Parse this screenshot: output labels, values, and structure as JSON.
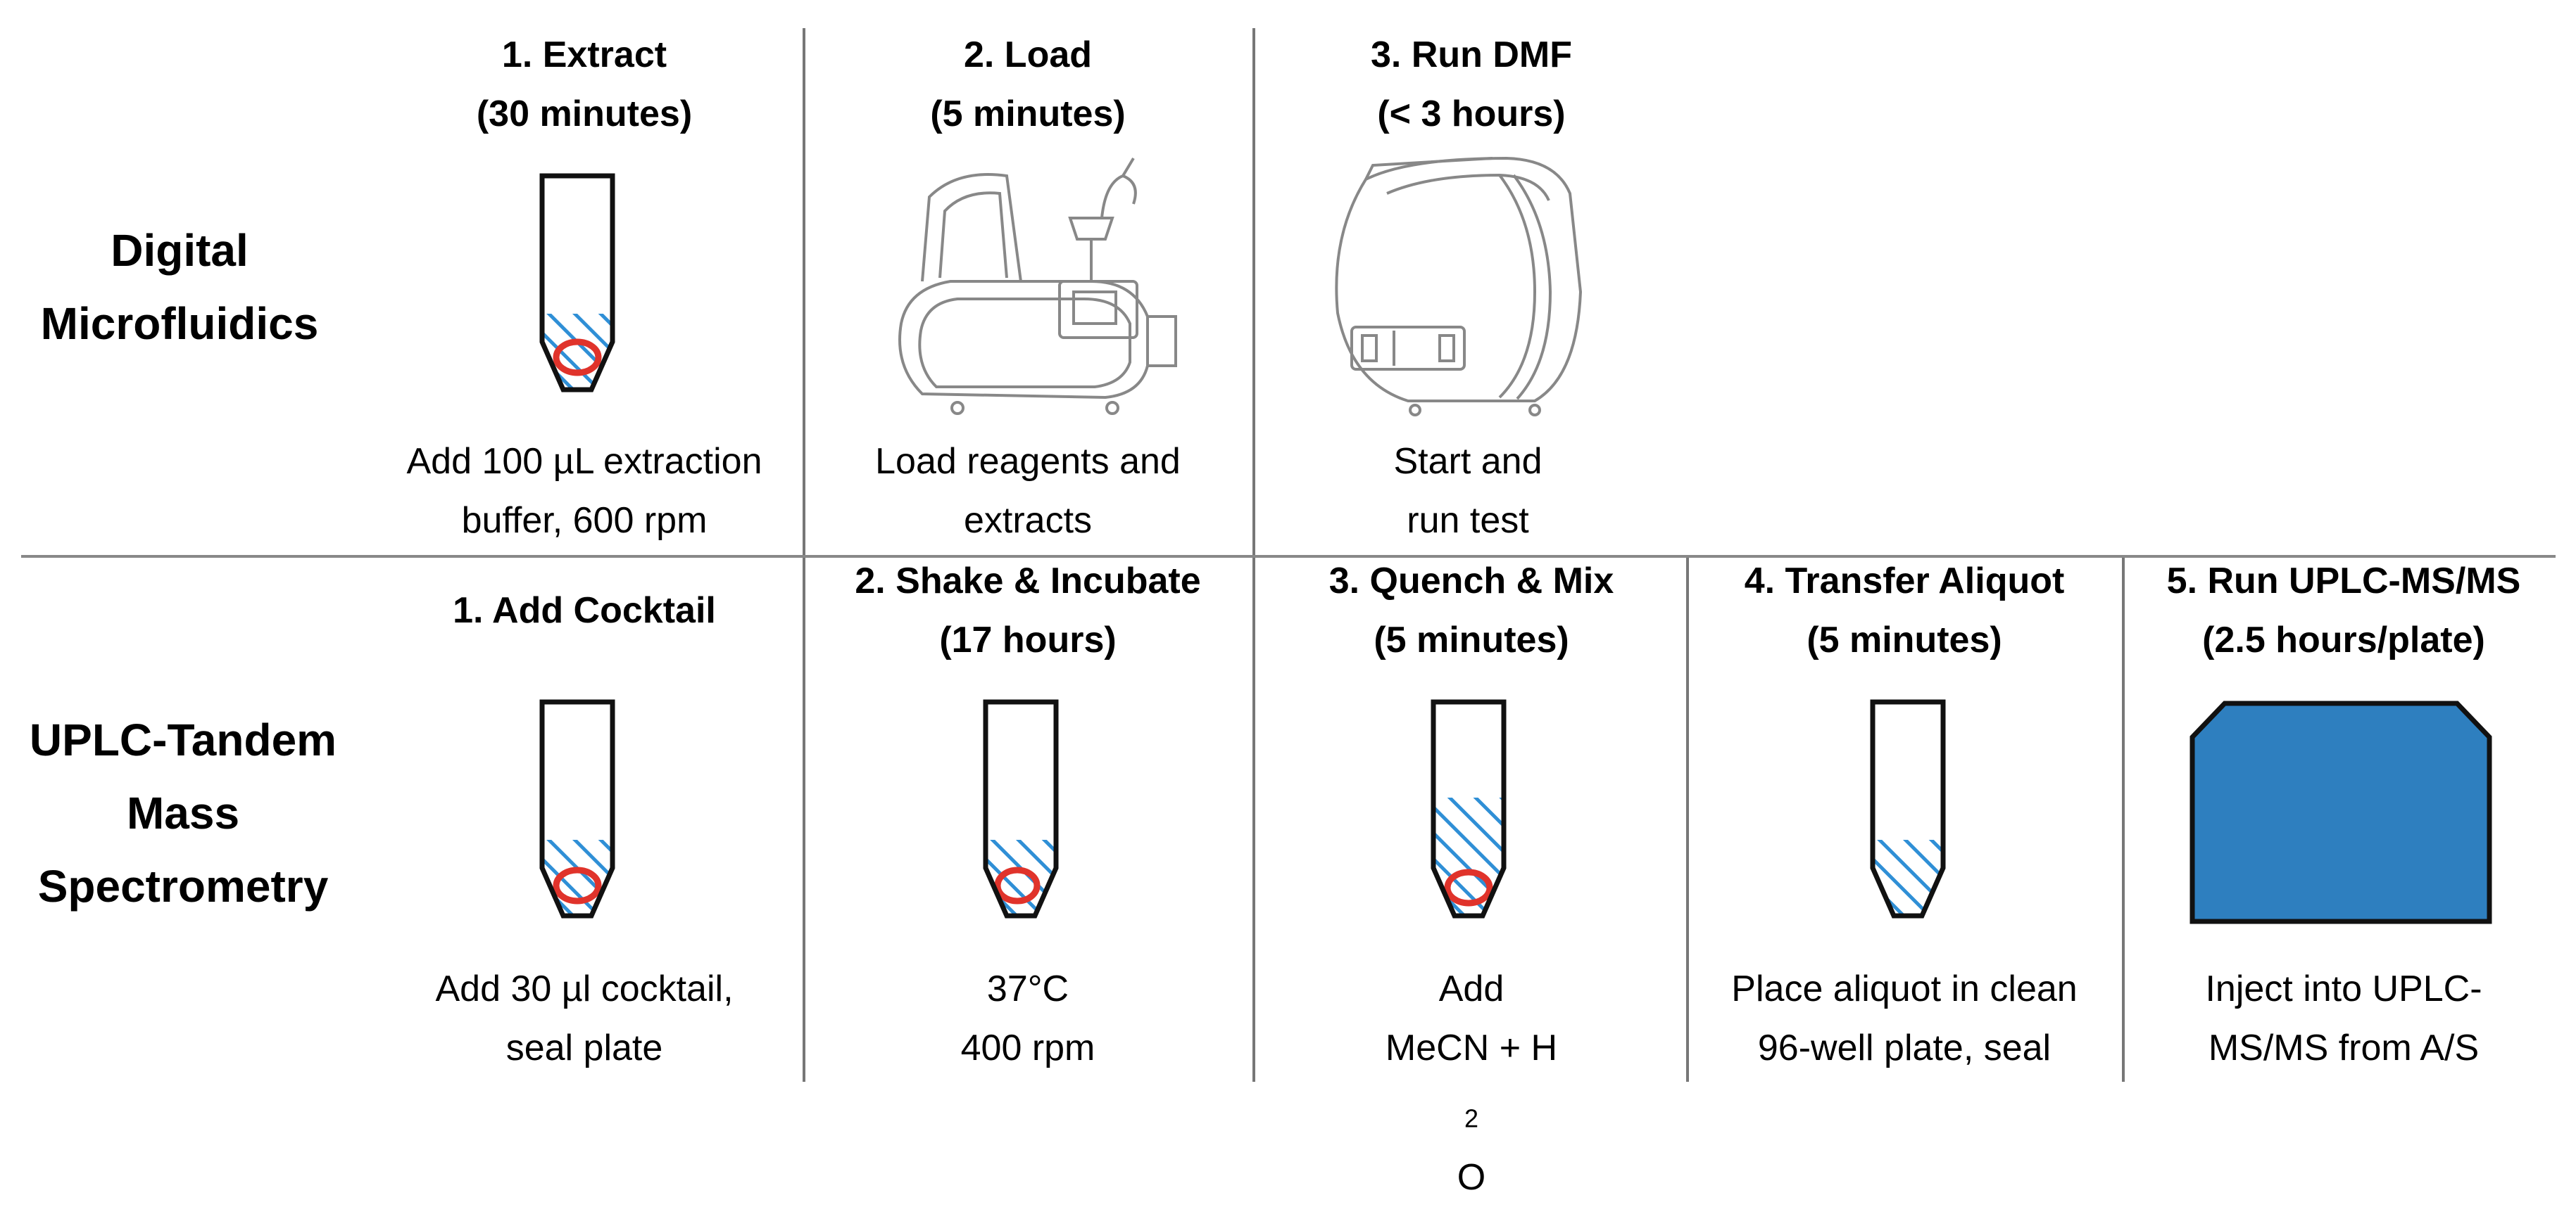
{
  "row_labels": {
    "dmf": [
      "Digital",
      "Microfluidics"
    ],
    "uplc": [
      "UPLC-Tandem",
      "Mass",
      "Spectrometry"
    ]
  },
  "dmf_steps": [
    {
      "title": [
        "1.  Extract",
        "(30 minutes)"
      ],
      "desc": [
        "Add 100 µL extraction",
        "buffer, 600 rpm"
      ],
      "illustration": "tube-with-sample-icon"
    },
    {
      "title": [
        "2. Load",
        "(5 minutes)"
      ],
      "desc": [
        "Load reagents and",
        "extracts"
      ],
      "illustration": "dmf-instrument-open-icon"
    },
    {
      "title": [
        "3. Run DMF",
        "(< 3 hours)"
      ],
      "desc": [
        "Start and",
        "run test"
      ],
      "illustration": "dmf-instrument-closed-icon"
    }
  ],
  "uplc_steps": [
    {
      "title": [
        "1.  Add Cocktail"
      ],
      "desc": [
        "Add 30 µl cocktail,",
        "seal plate"
      ],
      "illustration": "tube-with-sample-icon"
    },
    {
      "title": [
        "2. Shake & Incubate",
        "(17 hours)"
      ],
      "desc": [
        "37°C",
        "400 rpm"
      ],
      "illustration": "tube-with-sample-icon"
    },
    {
      "title": [
        "3. Quench & Mix",
        "(5 minutes)"
      ],
      "desc": [
        "Add",
        "MeCN + H",
        "2",
        "O"
      ],
      "illustration": "tube-filled-icon"
    },
    {
      "title": [
        "4. Transfer Aliquot",
        "(5 minutes)"
      ],
      "desc": [
        "Place aliquot in clean",
        "96-well plate, seal"
      ],
      "illustration": "tube-aliquot-icon"
    },
    {
      "title": [
        "5. Run UPLC-MS/MS",
        "(2.5 hours/plate)"
      ],
      "desc": [
        "Inject into UPLC-",
        "MS/MS from A/S"
      ],
      "illustration": "uplc-instrument-icon"
    }
  ],
  "colors": {
    "liquid": "#2f8fd6",
    "sample": "#e0332b",
    "instrument": "#2e7fbf",
    "outline": "#111111",
    "sketch": "#888888"
  }
}
